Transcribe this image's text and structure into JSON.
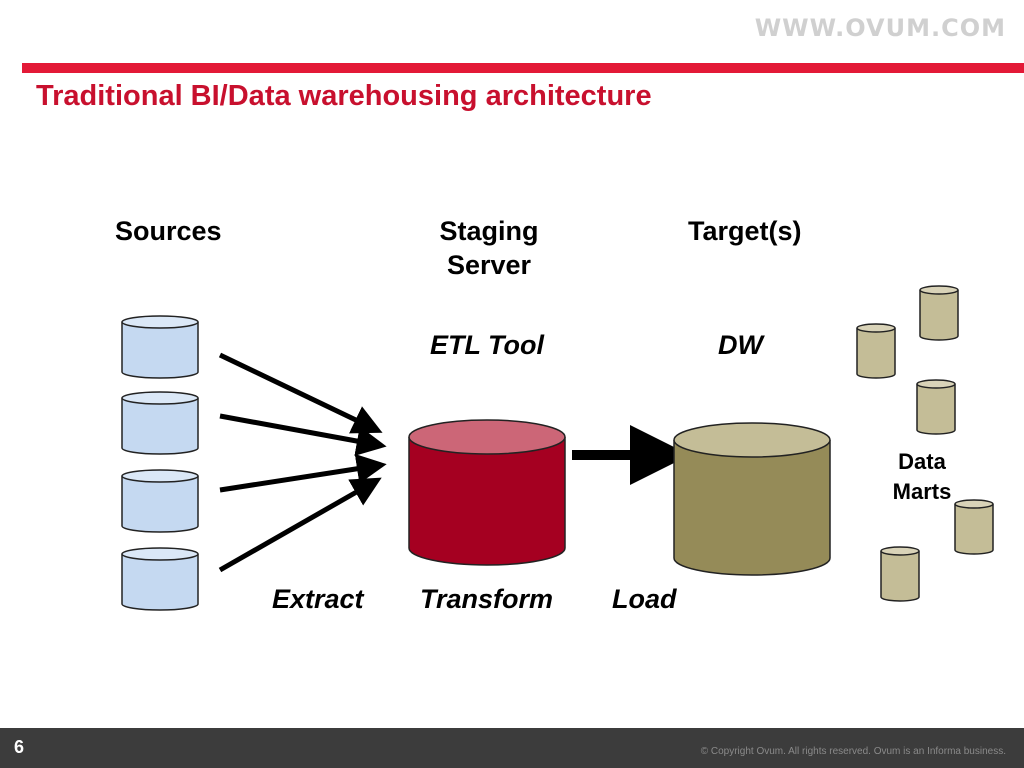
{
  "header": {
    "brand": "WWW.OVUM.COM",
    "title": "Traditional BI/Data warehousing architecture",
    "accent_color": "#e31937"
  },
  "diagram": {
    "column_labels": {
      "sources": "Sources",
      "staging_line1": "Staging",
      "staging_line2": "Server",
      "targets": "Target(s)"
    },
    "tool_labels": {
      "etl": "ETL Tool",
      "dw": "DW"
    },
    "data_marts_line1": "Data",
    "data_marts_line2": "Marts",
    "step_labels": {
      "extract": "Extract",
      "transform": "Transform",
      "load": "Load"
    },
    "colors": {
      "source_db": "#c5d9f1",
      "staging_db": "#a50021",
      "staging_db_top": "#cc6677",
      "dw_db": "#958b58",
      "dw_db_top": "#c4bd97",
      "mart_db": "#c4bd97"
    }
  },
  "footer": {
    "page_number": "6",
    "copyright": "© Copyright Ovum. All rights reserved. Ovum is an Informa business."
  }
}
